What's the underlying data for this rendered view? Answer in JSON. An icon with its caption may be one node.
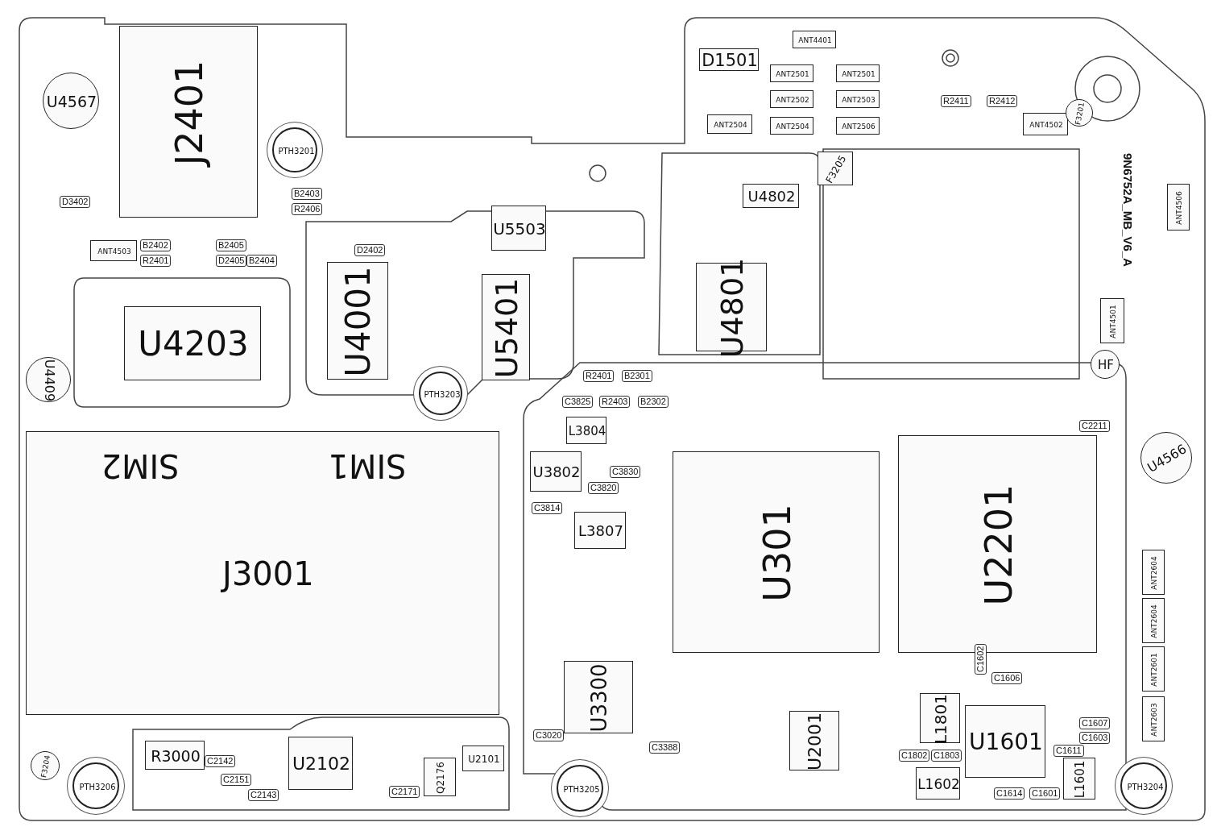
{
  "diagram": {
    "nodes": [
      {
        "text": [
          "J2401"
        ]
      },
      {
        "text": [
          "U4567"
        ]
      },
      {
        "text": [
          "PTH3201"
        ]
      },
      {
        "text": [
          "D1501"
        ]
      },
      {
        "text": [
          "ANT4401"
        ]
      },
      {
        "text": [
          "ANT2501"
        ]
      },
      {
        "text": [
          "ANT2502"
        ]
      },
      {
        "text": [
          "ANT2504"
        ]
      },
      {
        "text": [
          "ANT2504"
        ]
      },
      {
        "text": [
          "ANT2501"
        ]
      },
      {
        "text": [
          "ANT2503"
        ]
      },
      {
        "text": [
          "ANT2506"
        ]
      },
      {
        "text": [
          "ANT4502"
        ]
      },
      {
        "text": [
          "F3201"
        ]
      },
      {
        "text": [
          "F3205"
        ]
      },
      {
        "text": [
          "U4802"
        ]
      },
      {
        "text": [
          "U4801"
        ]
      },
      {
        "text": [
          "U5503"
        ]
      },
      {
        "text": [
          "U4203"
        ]
      },
      {
        "text": [
          "U4001"
        ]
      },
      {
        "text": [
          "U5401"
        ]
      },
      {
        "text": [
          "PTH3203"
        ]
      },
      {
        "text": [
          "U4409"
        ]
      },
      {
        "text": [
          "HF"
        ]
      },
      {
        "text": [
          "U4566"
        ]
      },
      {
        "text": [
          "SIM2",
          "SIM1",
          "J3001"
        ]
      },
      {
        "text": [
          "L3804"
        ]
      },
      {
        "text": [
          "U3802"
        ]
      },
      {
        "text": [
          "L3807"
        ]
      },
      {
        "text": [
          "U301"
        ]
      },
      {
        "text": [
          "U2201"
        ]
      },
      {
        "text": [
          "U3300"
        ]
      },
      {
        "text": [
          "U2001"
        ]
      },
      {
        "text": [
          "L1801"
        ]
      },
      {
        "text": [
          "U1601"
        ]
      },
      {
        "text": [
          "L1602"
        ]
      },
      {
        "text": [
          "L1601"
        ]
      },
      {
        "text": [
          "R3000"
        ]
      },
      {
        "text": [
          "U2102"
        ]
      },
      {
        "text": [
          "U2101"
        ]
      },
      {
        "text": [
          "Q2176"
        ]
      },
      {
        "text": [
          "PTH3206"
        ]
      },
      {
        "text": [
          "PTH3205"
        ]
      },
      {
        "text": [
          "PTH3204"
        ]
      },
      {
        "text": [
          "F3204"
        ]
      },
      {
        "text": [
          "ANT4503"
        ]
      },
      {
        "text": [
          "ANT2604"
        ]
      },
      {
        "text": [
          "ANT2604"
        ]
      },
      {
        "text": [
          "ANT2601"
        ]
      },
      {
        "text": [
          "ANT2603"
        ]
      },
      {
        "text": [
          "ANT4506"
        ]
      },
      {
        "text": [
          "ANT4501"
        ]
      }
    ],
    "labels": [
      "9N6752A_MB_V6_A",
      "R2411",
      "R2412",
      "B2403",
      "R2406",
      "B2402",
      "R2401",
      "B2405",
      "D2405",
      "B2404",
      "D3402",
      "D2402",
      "R2401",
      "B2301",
      "C3825",
      "R2403",
      "B2302",
      "C3830",
      "C3820",
      "C3814",
      "C2211",
      "C3020",
      "C1602",
      "C1606",
      "C1802",
      "C1803",
      "C1607",
      "C1603",
      "C1611",
      "C1614",
      "C1601",
      "C2142",
      "C2151",
      "C2143",
      "C2171",
      "C3388"
    ]
  }
}
